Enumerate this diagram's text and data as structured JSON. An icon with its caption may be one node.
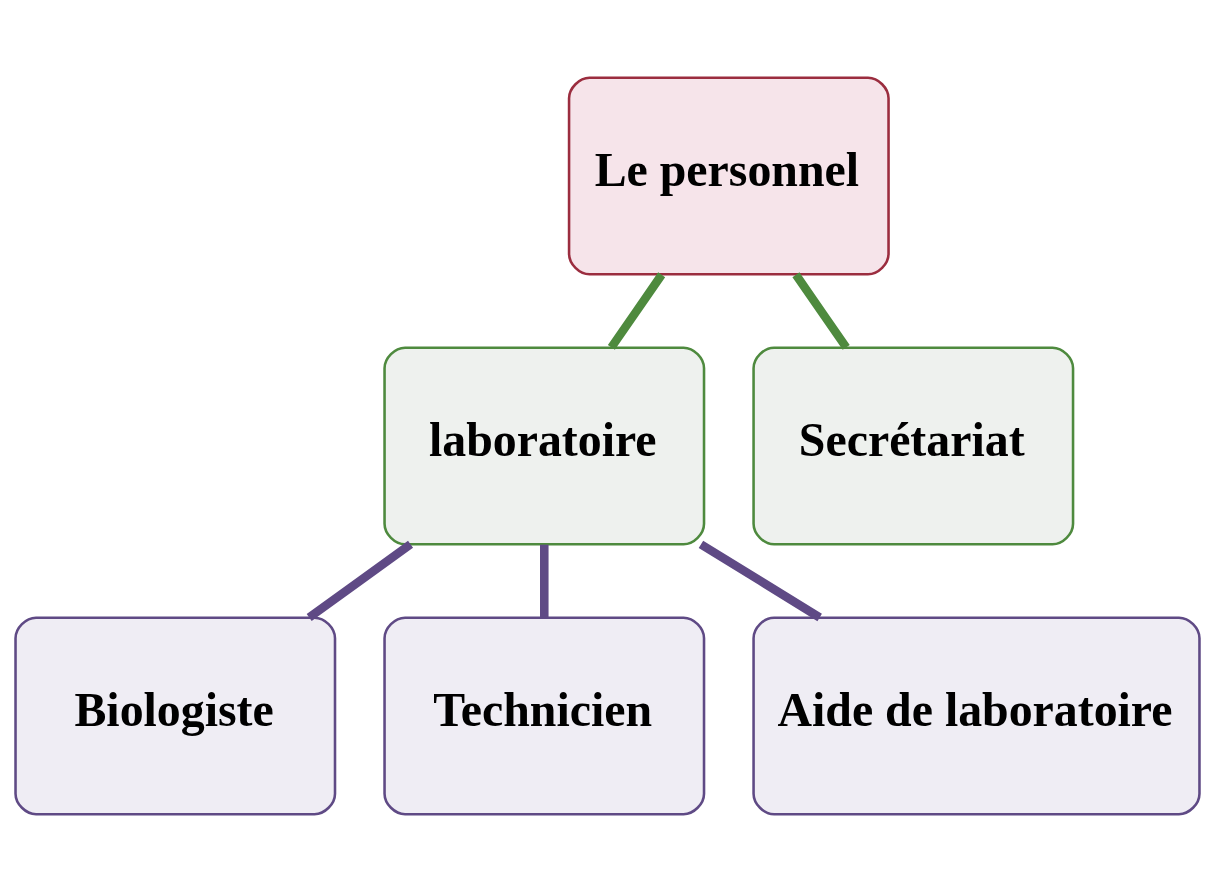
{
  "diagram": {
    "nodes": [
      {
        "text": [
          "Le personnel"
        ]
      },
      {
        "text": [
          "laboratoire"
        ]
      },
      {
        "text": [
          "Secrétariat"
        ]
      },
      {
        "text": [
          "Biologiste"
        ]
      },
      {
        "text": [
          "Technicien"
        ]
      },
      {
        "text": [
          "Aide de laboratoire"
        ]
      }
    ],
    "edges": [
      {
        "from": 0,
        "to": 1,
        "arrow": "none",
        "color": "#4e8a3e"
      },
      {
        "from": 0,
        "to": 2,
        "arrow": "none",
        "color": "#4e8a3e"
      },
      {
        "from": 1,
        "to": 3,
        "arrow": "none"
      },
      {
        "from": 1,
        "to": 4,
        "arrow": "none"
      },
      {
        "from": 1,
        "to": 5,
        "arrow": "none"
      }
    ]
  }
}
